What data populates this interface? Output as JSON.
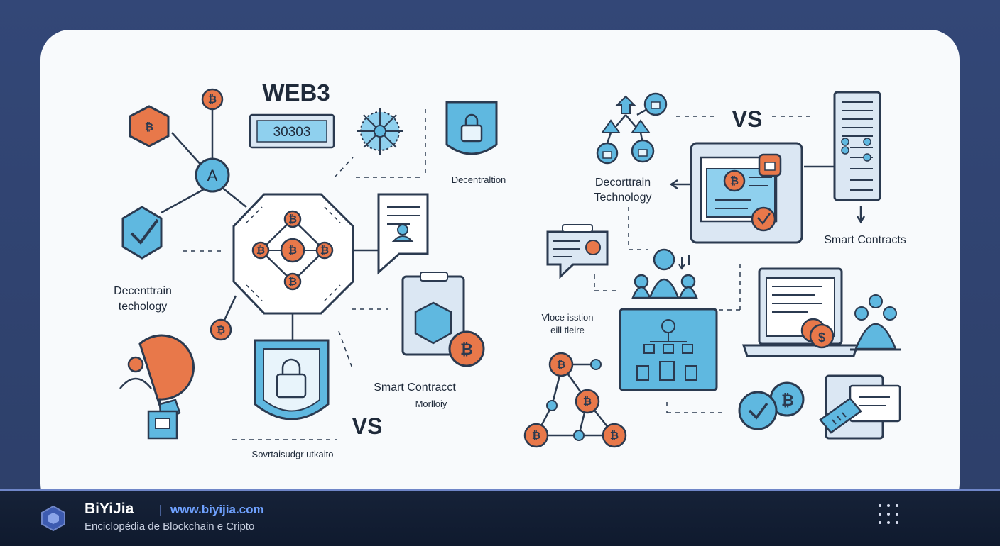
{
  "diagram": {
    "left": {
      "title": "WEB3",
      "counter": "30303",
      "hub_letter": "A",
      "label_decentralization": "Decentraltion",
      "label_decentral_tech_1": "Decenttrain",
      "label_decentral_tech_2": "techology",
      "label_smart_contract_1": "Smart Contracct",
      "label_smart_contract_2": "Morlloiy",
      "vs": "VS",
      "bottom_caption": "Sovrtaisudgr utkaito"
    },
    "right": {
      "vs": "VS",
      "label_tech_1": "Decorttrain",
      "label_tech_2": "Technology",
      "label_smart_contracts": "Smart Contracts",
      "label_voice_1": "Vloce isstion",
      "label_voice_2": "eill tleire"
    }
  },
  "footer": {
    "brand": "BiYiJia",
    "separator": "|",
    "url": "www.biyijia.com",
    "subtitle": "Enciclopédia de Blockchain e Cripto"
  },
  "colors": {
    "background": "#2f4068",
    "card": "#f8fafc",
    "blue": "#5fb8e0",
    "orange": "#e8784a",
    "stroke": "#2b3a50"
  },
  "icons": [
    "bitcoin-icon",
    "lock-icon",
    "person-icon",
    "checkmark-icon",
    "document-icon",
    "network-icon",
    "laptop-icon",
    "chat-icon",
    "menu-dots-icon"
  ]
}
